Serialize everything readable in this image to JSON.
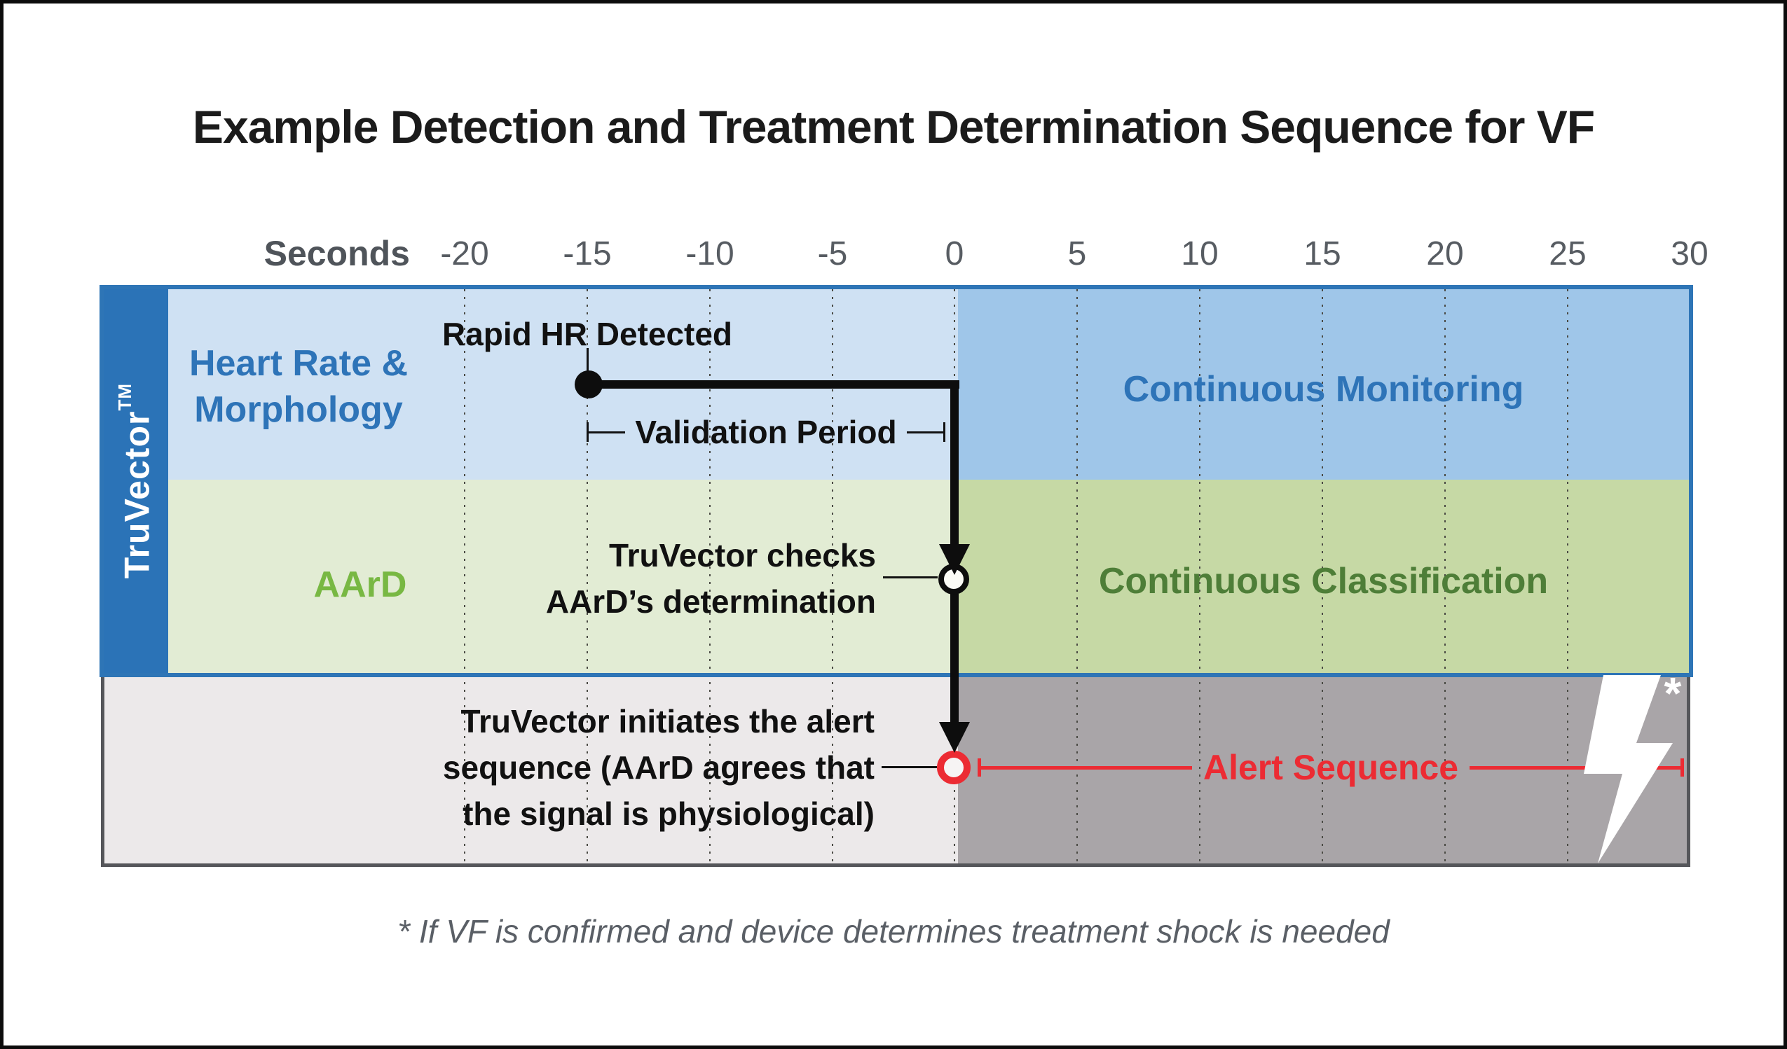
{
  "title": "Example Detection and Treatment Determination Sequence for VF",
  "axis": {
    "label": "Seconds",
    "ticks": [
      "-20",
      "-15",
      "-10",
      "-5",
      "0",
      "5",
      "10",
      "15",
      "20",
      "25",
      "30"
    ]
  },
  "sidebar": {
    "brand": "TruVector",
    "tm": "TM"
  },
  "rows": {
    "heart_rate": {
      "label_line1": "Heart Rate &",
      "label_line2": "Morphology",
      "right_label": "Continuous Monitoring"
    },
    "aard": {
      "label": "AArD",
      "right_label": "Continuous Classification"
    },
    "alert": {
      "right_label": "Alert Sequence"
    }
  },
  "annotations": {
    "rapid_hr": "Rapid HR Detected",
    "validation_period": "Validation Period",
    "checks_line1": "TruVector checks",
    "checks_line2": "AArD’s determination",
    "alert_line1": "TruVector initiates the alert",
    "alert_line2": "sequence (AArD agrees that",
    "alert_line3": "the signal is physiological)",
    "shock_asterisk": "*"
  },
  "footnote": "* If VF is confirmed and device determines treatment shock is needed",
  "timeline": {
    "unit": "Seconds",
    "range": [
      -20,
      30
    ],
    "tick_interval": 5,
    "events": [
      {
        "label": "Rapid HR Detected",
        "time": -15,
        "row": "Heart Rate & Morphology"
      },
      {
        "label": "Validation Period",
        "start": -15,
        "end": 0
      },
      {
        "label": "TruVector checks AArD’s determination",
        "time": 0,
        "row": "AArD"
      },
      {
        "label": "TruVector initiates the alert sequence (AArD agrees that the signal is physiological)",
        "time": 0,
        "row": "Alert"
      },
      {
        "label": "Alert Sequence",
        "start": 0,
        "end": 30
      },
      {
        "label": "Continuous Monitoring",
        "start": 0,
        "end": 30,
        "row": "Heart Rate & Morphology"
      },
      {
        "label": "Continuous Classification",
        "start": 0,
        "end": 30,
        "row": "AArD"
      }
    ]
  },
  "colors": {
    "chart_border_blue": "#2e75b6",
    "sidebar_blue": "#2b73b7",
    "monitoring_light_blue": "#cfe1f3",
    "monitoring_mid_blue": "#9fc6e9",
    "aard_light_green": "#e2ecd4",
    "aard_mid_green": "#c6d9a5",
    "alert_light_gray": "#ece9ea",
    "alert_mid_gray": "#a9a5a8",
    "gray_border": "#55565a",
    "label_blue": "#2e74b8",
    "aard_green": "#78b843",
    "classification_green": "#4e7e38",
    "alert_red": "#ec2b33",
    "text_black": "#111111",
    "footnote_gray": "#5a5f66",
    "axis_gray": "#4f545a"
  }
}
